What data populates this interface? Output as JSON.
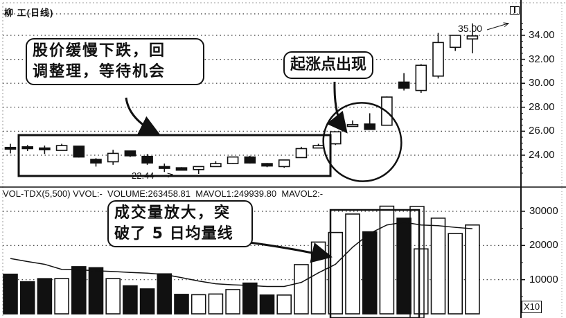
{
  "header": {
    "title": "柳    工(日线)",
    "window_icon": "restore-window-icon"
  },
  "annotations": {
    "callout_decline": "股价缓慢下跌，回调整理，等待机会",
    "callout_decline_line1": "股价缓慢下跌，回",
    "callout_decline_line2": "调整理，等待机会",
    "callout_rise": "起涨点出现",
    "callout_volume_line1": "成交量放大，突",
    "callout_volume_line2": "破了 5 日均量线",
    "low_marker": "22.44",
    "high_marker": "35.00"
  },
  "volume_header": {
    "text": "VOL-TDX(5,500) VVOL:-  VOLUME:263458.81  MAVOL1:249939.80  MAVOL2:-",
    "indicator": "VOL-TDX(5,500)",
    "vvol": "VVOL:-",
    "volume": "VOLUME:263458.81",
    "mavol1": "MAVOL1:249939.80",
    "mavol2": "MAVOL2:-"
  },
  "volume_unit_label": "X10",
  "colors": {
    "ink": "#111111",
    "background": "#ffffff",
    "grid": "#333333"
  },
  "chart_data": [
    {
      "type": "candlestick",
      "title": "柳工(日线)",
      "ylabel": "",
      "y_ticks": [
        "24.00",
        "26.00",
        "28.00",
        "30.00",
        "32.00",
        "34.00"
      ],
      "ylim": [
        22.0,
        35.5
      ],
      "grid": true,
      "candles": [
        {
          "o": 24.65,
          "h": 24.95,
          "l": 24.15,
          "c": 24.65,
          "color": "black"
        },
        {
          "o": 24.7,
          "h": 24.85,
          "l": 24.35,
          "c": 24.55,
          "color": "black"
        },
        {
          "o": 24.6,
          "h": 24.8,
          "l": 24.1,
          "c": 24.5,
          "color": "black"
        },
        {
          "o": 24.4,
          "h": 24.95,
          "l": 24.4,
          "c": 24.8,
          "color": "white"
        },
        {
          "o": 24.75,
          "h": 24.75,
          "l": 23.8,
          "c": 23.85,
          "color": "black"
        },
        {
          "o": 23.65,
          "h": 23.75,
          "l": 23.05,
          "c": 23.35,
          "color": "black"
        },
        {
          "o": 23.45,
          "h": 24.45,
          "l": 23.2,
          "c": 24.15,
          "color": "white"
        },
        {
          "o": 24.35,
          "h": 24.35,
          "l": 23.85,
          "c": 23.95,
          "color": "black"
        },
        {
          "o": 23.9,
          "h": 24.1,
          "l": 23.2,
          "c": 23.35,
          "color": "black"
        },
        {
          "o": 23.05,
          "h": 23.3,
          "l": 22.6,
          "c": 22.9,
          "color": "black"
        },
        {
          "o": 22.95,
          "h": 23.0,
          "l": 22.75,
          "c": 22.75,
          "color": "black"
        },
        {
          "o": 22.8,
          "h": 23.05,
          "l": 22.44,
          "c": 23.05,
          "color": "white"
        },
        {
          "o": 23.05,
          "h": 23.5,
          "l": 23.05,
          "c": 23.3,
          "color": "white"
        },
        {
          "o": 23.3,
          "h": 23.85,
          "l": 23.25,
          "c": 23.85,
          "color": "white"
        },
        {
          "o": 23.85,
          "h": 23.95,
          "l": 23.3,
          "c": 23.35,
          "color": "black"
        },
        {
          "o": 23.3,
          "h": 23.35,
          "l": 23.0,
          "c": 23.1,
          "color": "black"
        },
        {
          "o": 23.05,
          "h": 23.6,
          "l": 22.95,
          "c": 23.6,
          "color": "white"
        },
        {
          "o": 23.8,
          "h": 24.7,
          "l": 23.8,
          "c": 24.55,
          "color": "white"
        },
        {
          "o": 24.6,
          "h": 24.95,
          "l": 24.6,
          "c": 24.8,
          "color": "white"
        },
        {
          "o": 24.95,
          "h": 26.0,
          "l": 24.85,
          "c": 25.95,
          "color": "white"
        },
        {
          "o": 26.4,
          "h": 26.9,
          "l": 26.4,
          "c": 26.55,
          "color": "white"
        },
        {
          "o": 26.6,
          "h": 27.5,
          "l": 26.2,
          "c": 26.15,
          "color": "black"
        },
        {
          "o": 26.5,
          "h": 28.9,
          "l": 26.5,
          "c": 28.85,
          "color": "white"
        },
        {
          "o": 30.1,
          "h": 30.85,
          "l": 29.4,
          "c": 29.6,
          "color": "black"
        },
        {
          "o": 29.4,
          "h": 31.6,
          "l": 29.2,
          "c": 31.5,
          "color": "white"
        },
        {
          "o": 30.6,
          "h": 34.2,
          "l": 30.4,
          "c": 33.4,
          "color": "white"
        },
        {
          "o": 33.0,
          "h": 34.0,
          "l": 32.7,
          "c": 34.0,
          "color": "white"
        },
        {
          "o": 33.7,
          "h": 35.0,
          "l": 32.5,
          "c": 33.95,
          "color": "white"
        }
      ],
      "annotations": [
        "22.44 (low)",
        "35.00 (high)"
      ]
    },
    {
      "type": "bar",
      "title": "VOL-TDX(5,500)",
      "ylabel": "Volume (X10)",
      "y_ticks": [
        "10000",
        "20000",
        "30000"
      ],
      "ylim": [
        0,
        32000
      ],
      "grid": true,
      "series": [
        {
          "name": "VOLUME",
          "values": [
            11600,
            9400,
            10300,
            10300,
            13800,
            13500,
            10300,
            8200,
            7300,
            11700,
            5700,
            5600,
            5800,
            7100,
            9000,
            5500,
            5500,
            14400,
            21000,
            23800,
            29200,
            24000,
            31500,
            28000,
            19000,
            28000,
            23500,
            26000
          ],
          "colors": [
            "black",
            "black",
            "black",
            "white",
            "black",
            "black",
            "white",
            "black",
            "black",
            "black",
            "black",
            "white",
            "white",
            "white",
            "black",
            "black",
            "white",
            "white",
            "white",
            "white",
            "white",
            "black",
            "white",
            "black",
            "white",
            "white",
            "white",
            "white"
          ]
        },
        {
          "name": "MAVOL1 (5-day average line)",
          "type": "line",
          "values": [
            16200,
            15300,
            14500,
            13000,
            12900,
            12600,
            12400,
            12100,
            11900,
            11500,
            10600,
            9600,
            8800,
            8500,
            8300,
            8000,
            8000,
            9200,
            12000,
            14500,
            19500,
            23500,
            26000,
            26800,
            26000,
            25800,
            25300,
            24900
          ]
        }
      ],
      "header_values": {
        "VOLUME": 263458.81,
        "MAVOL1": 249939.8,
        "MAVOL2": null
      }
    }
  ]
}
